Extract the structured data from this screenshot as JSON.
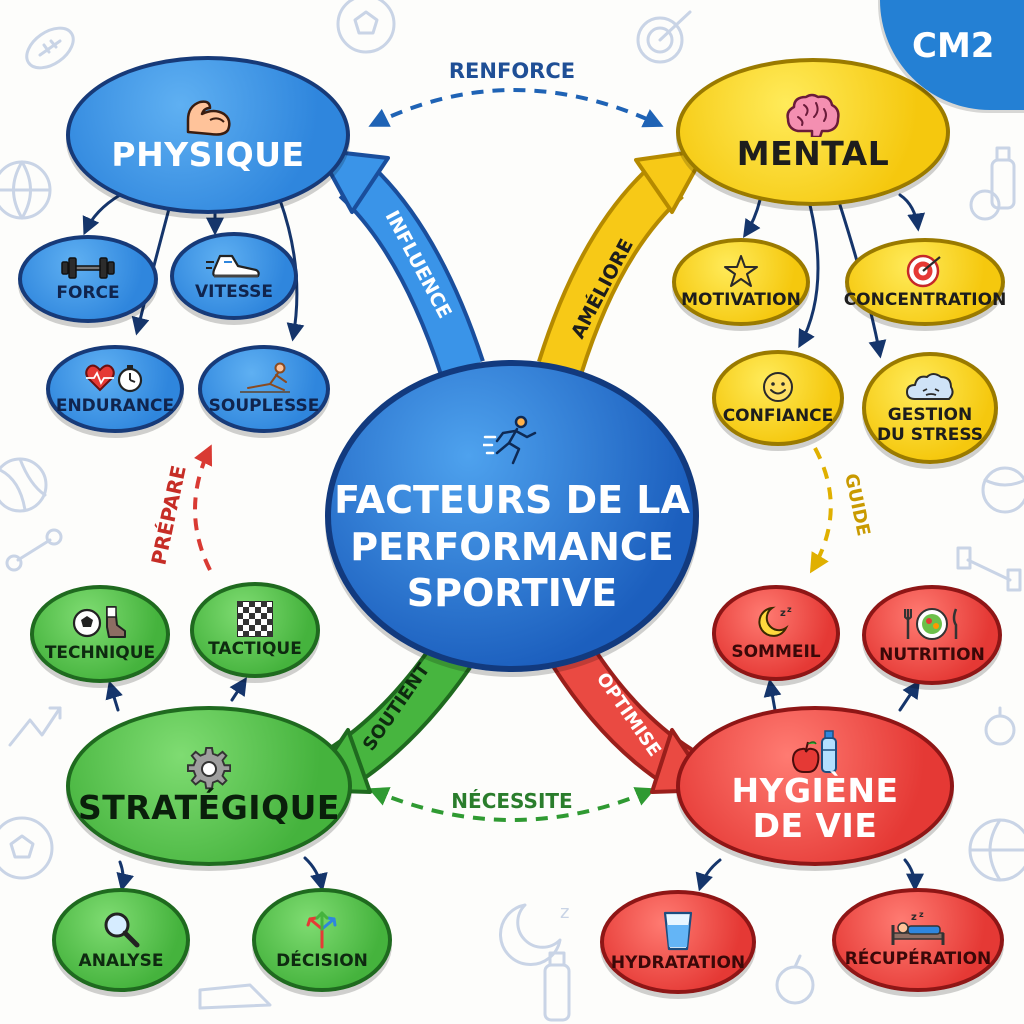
{
  "badge": "CM2",
  "center": {
    "title": "FACTEURS DE LA\nPERFORMANCE\nSPORTIVE",
    "icon": "runner-icon"
  },
  "categories": {
    "physique": {
      "title": "PHYSIQUE",
      "icon": "muscle-arm-icon",
      "color": "#2f86dd",
      "items": [
        {
          "label": "FORCE",
          "icon": "dumbbell-icon"
        },
        {
          "label": "VITESSE",
          "icon": "running-shoe-icon"
        },
        {
          "label": "ENDURANCE",
          "icon": "heart-stopwatch-icon"
        },
        {
          "label": "SOUPLESSE",
          "icon": "stretching-icon"
        }
      ]
    },
    "mental": {
      "title": "MENTAL",
      "icon": "brain-icon",
      "color": "#f5c80e",
      "items": [
        {
          "label": "MOTIVATION",
          "icon": "star-icon"
        },
        {
          "label": "CONCENTRATION",
          "icon": "target-icon"
        },
        {
          "label": "CONFIANCE",
          "icon": "smiley-icon"
        },
        {
          "label": "GESTION\nDU STRESS",
          "icon": "cloud-face-icon"
        }
      ]
    },
    "strategique": {
      "title": "STRATÉGIQUE",
      "icon": "gear-icon",
      "color": "#45b33d",
      "items": [
        {
          "label": "TECHNIQUE",
          "icon": "soccer-kick-icon"
        },
        {
          "label": "TACTIQUE",
          "icon": "chessboard-icon"
        },
        {
          "label": "ANALYSE",
          "icon": "magnifier-icon"
        },
        {
          "label": "DÉCISION",
          "icon": "crossroads-arrows-icon"
        }
      ]
    },
    "hygiene": {
      "title": "HYGIÈNE\nDE VIE",
      "icon": "apple-bottle-icon",
      "color": "#e53935",
      "items": [
        {
          "label": "SOMMEIL",
          "icon": "moon-zzz-icon"
        },
        {
          "label": "NUTRITION",
          "icon": "plate-cutlery-icon"
        },
        {
          "label": "HYDRATATION",
          "icon": "water-glass-icon"
        },
        {
          "label": "RÉCUPÉRATION",
          "icon": "resting-bed-icon"
        }
      ]
    }
  },
  "links": {
    "influence": "INFLUENCE",
    "ameliore": "AMÉLIORE",
    "soutient": "SOUTIENT",
    "optimise": "OPTIMISE",
    "renforce": "RENFORCE",
    "guide": "GUIDE",
    "prepare": "PRÉPARE",
    "necessite": "NÉCESSITE"
  }
}
